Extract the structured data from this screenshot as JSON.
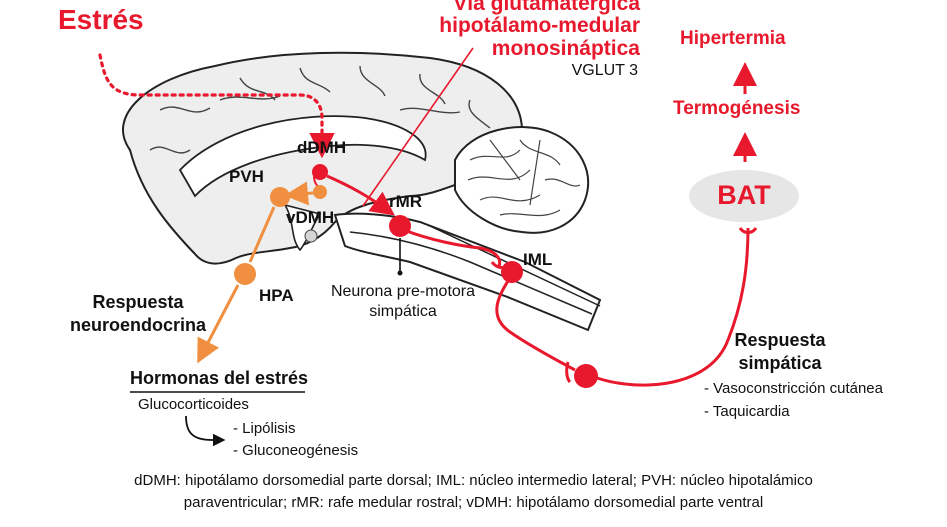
{
  "colors": {
    "red": "#e8192c",
    "orange": "#ef8f3f",
    "bat_fill": "#e6e6e6",
    "brain_fill": "#eeeeee",
    "outline": "#222222"
  },
  "labels": {
    "stress": "Estrés",
    "pathway_line1": "Vía glutamatérgica",
    "pathway_line2": "hipotálamo-medular",
    "pathway_line3": "monosináptica",
    "vglut3": "VGLUT 3",
    "hyperthermia": "Hipertermia",
    "thermogenesis": "Termogénesis",
    "bat": "BAT",
    "ddmh": "dDMH",
    "pvh": "PVH",
    "vdmh": "vDMH",
    "rmr": "rMR",
    "iml": "IML",
    "hpa": "HPA",
    "premotor_line1": "Neurona pre-motora",
    "premotor_line2": "simpática",
    "neuroendocrine_line1": "Respuesta",
    "neuroendocrine_line2": "neuroendocrina",
    "hormones_title": "Hormonas del estrés",
    "glucocorticoids": "Glucocorticoides",
    "lipolysis": "- Lipólisis",
    "gluconeogenesis": "- Gluconeogénesis",
    "sympathetic_line1": "Respuesta",
    "sympathetic_line2": "simpática",
    "vasoconstriction": "- Vasoconstricción cutánea",
    "tachycardia": "- Taquicardia"
  },
  "footer": {
    "line1": "dDMH: hipotálamo dorsomedial parte dorsal; IML: núcleo intermedio lateral; PVH:  núcleo hipotalámico",
    "line2": "paraventricular; rMR: rafe medular rostral; vDMH: hipotálamo dorsomedial parte ventral"
  }
}
